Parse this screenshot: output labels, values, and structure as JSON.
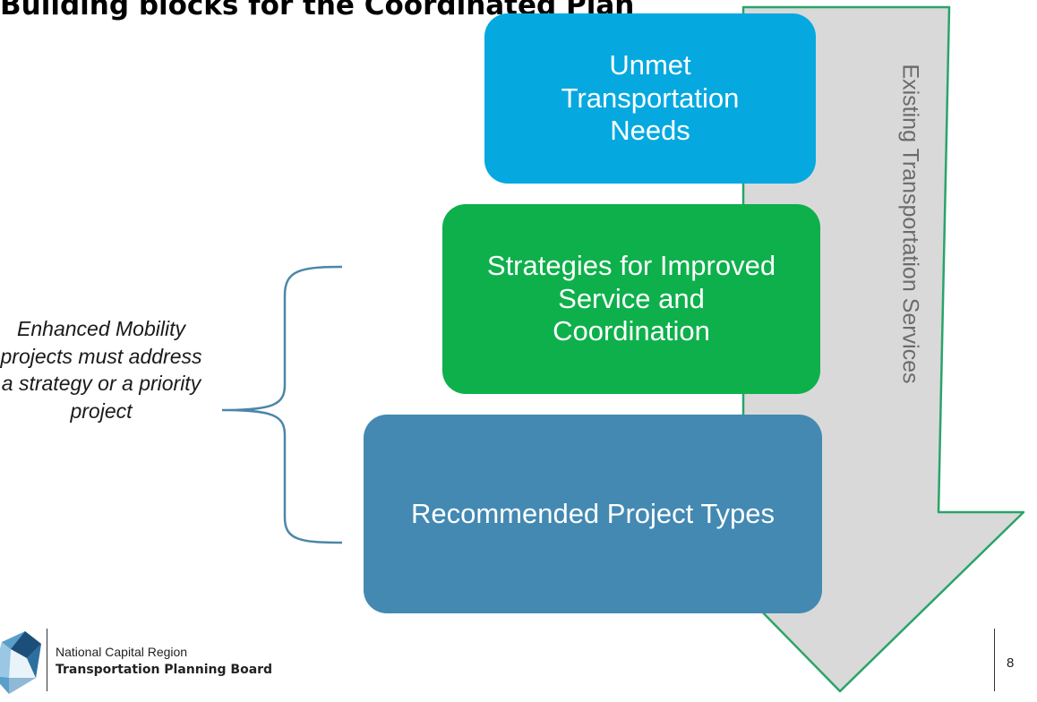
{
  "slide": {
    "title": "Building blocks for the Coordinated Plan",
    "page_number": "8"
  },
  "diagram": {
    "arrow_label": "Existing Transportation Services",
    "arrow_color": "#d9d9d9",
    "arrow_border_color": "#2aa46a",
    "boxes": [
      {
        "label": "Unmet Transportation Needs",
        "color": "#05a9e0"
      },
      {
        "label": "Strategies for Improved Service and Coordination",
        "color": "#0eb04b"
      },
      {
        "label": "Recommended Project Types",
        "color": "#4389b2"
      }
    ],
    "side_note": "Enhanced Mobility projects must address a strategy or a priority project",
    "brace_color": "#4b86a8"
  },
  "footer": {
    "org_line1": "National Capital Region",
    "org_line2": "Transportation Planning Board"
  }
}
